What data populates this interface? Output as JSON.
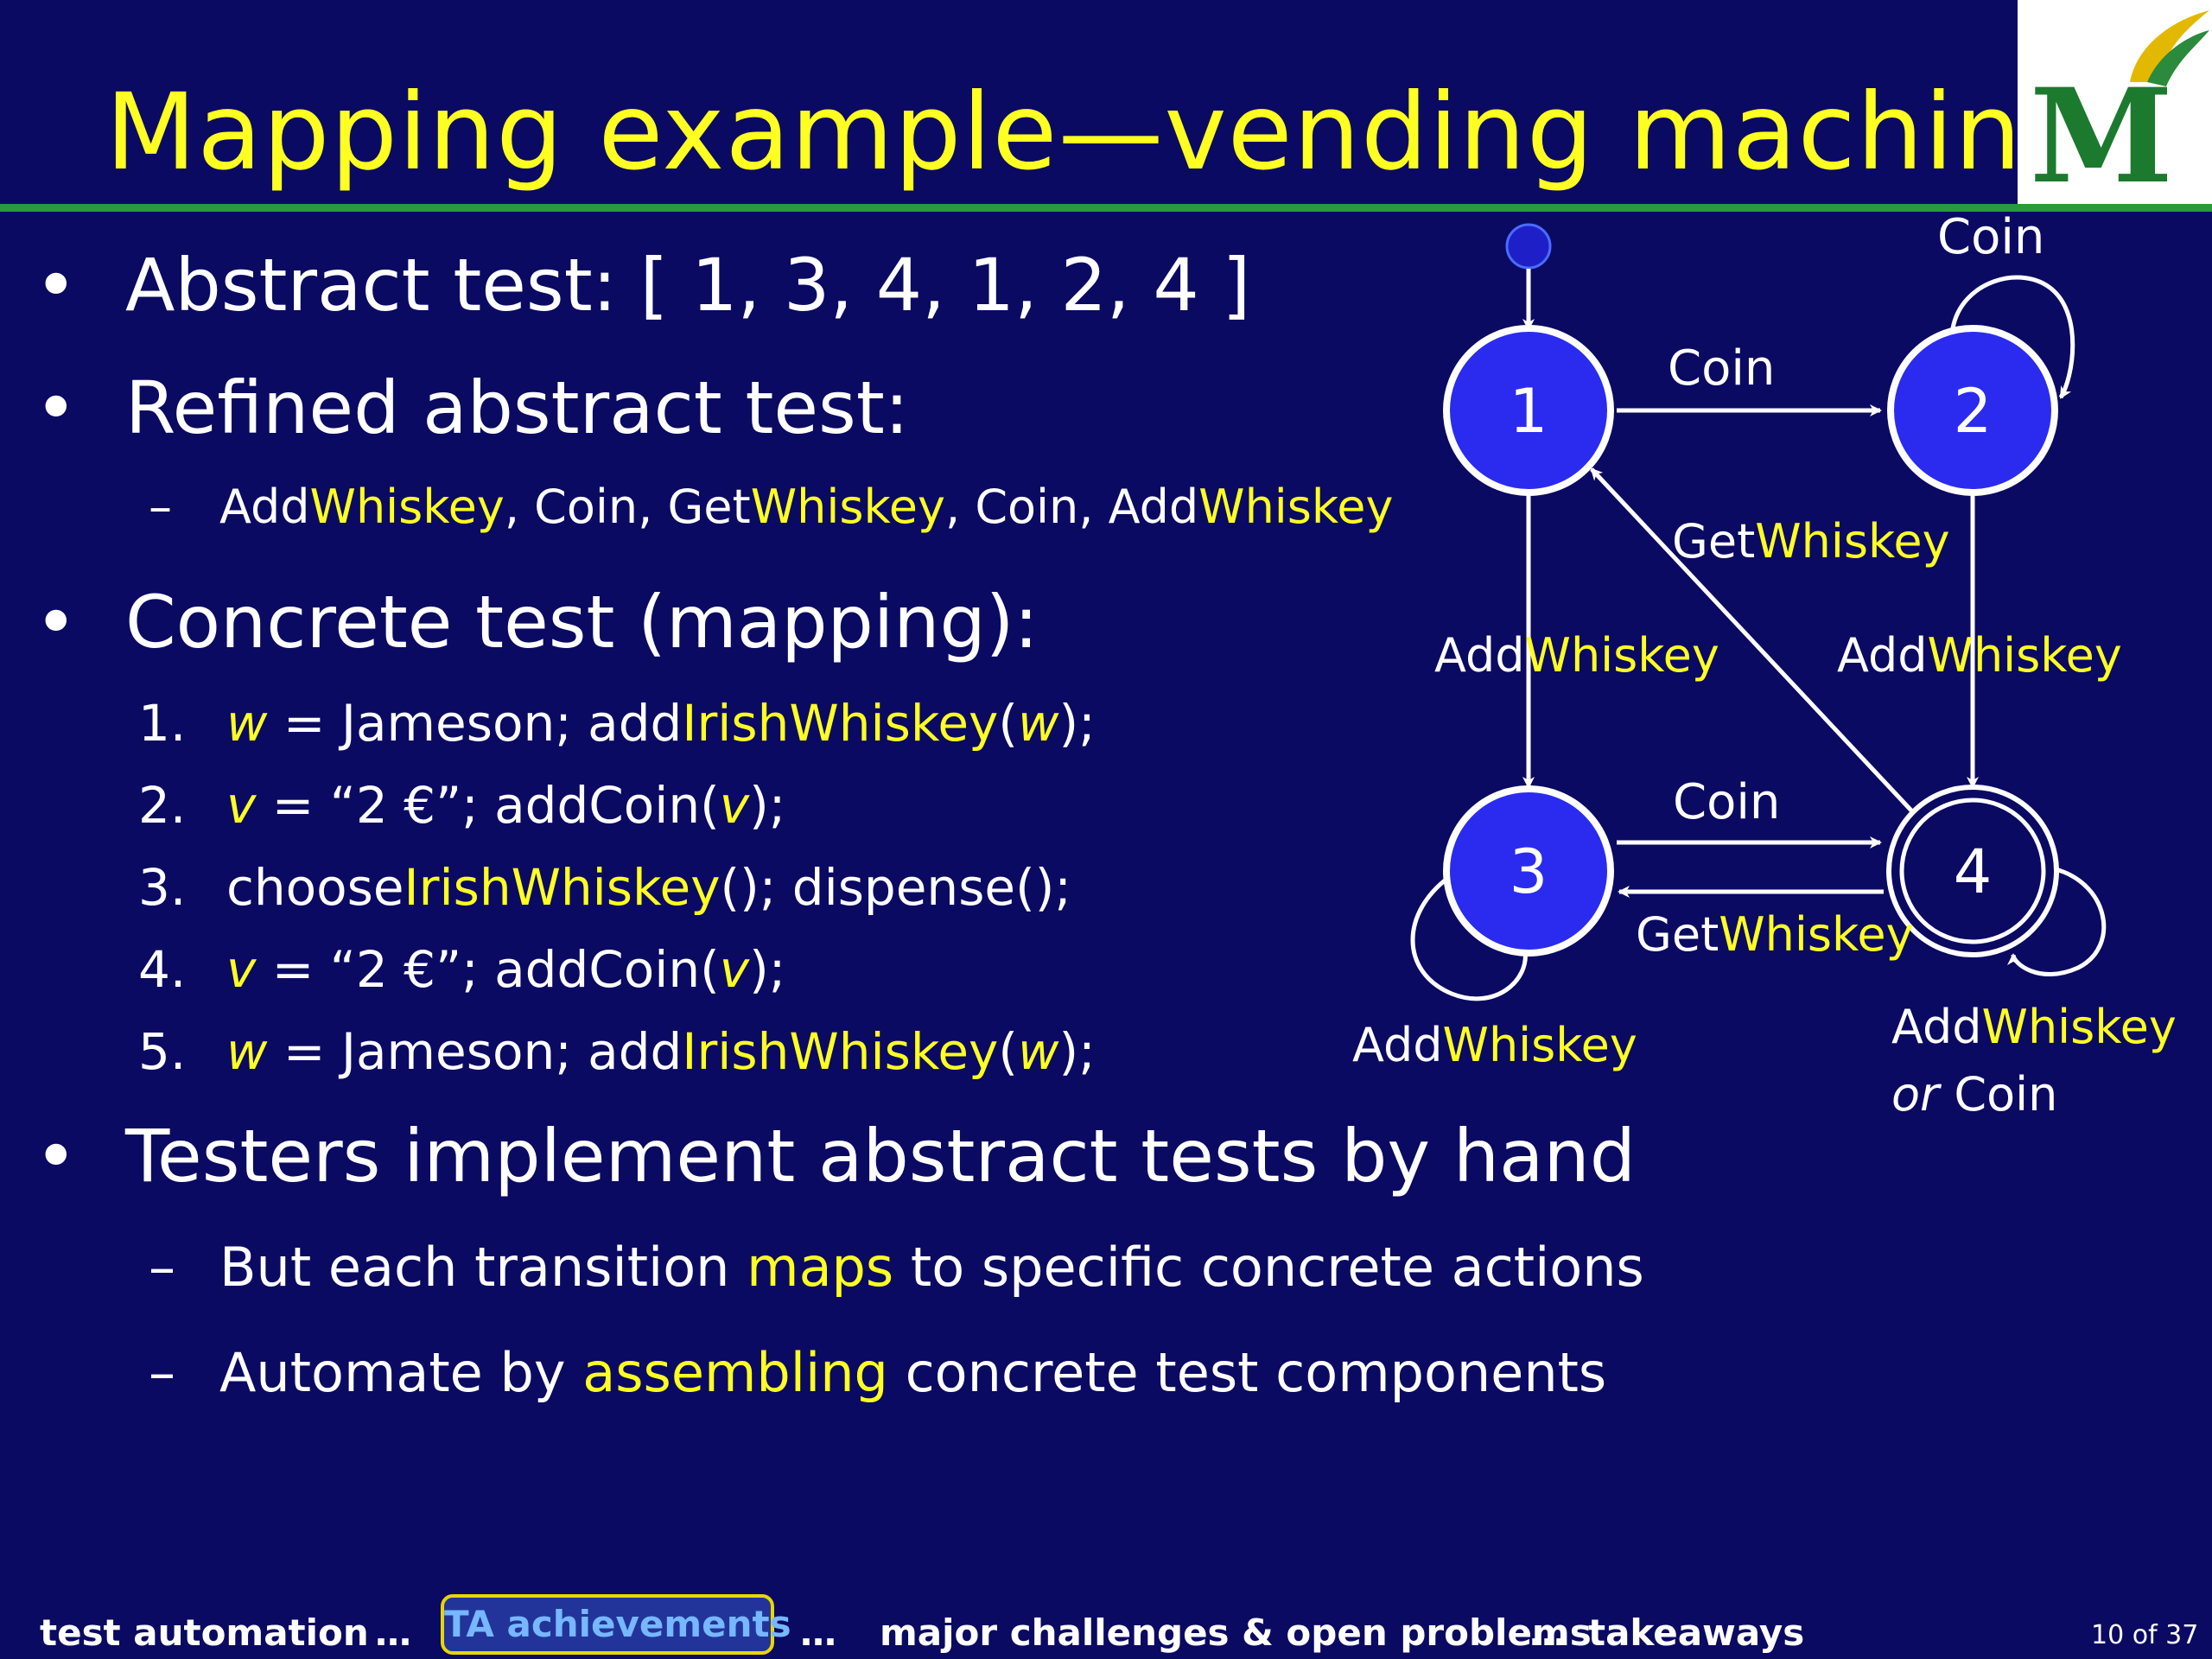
{
  "slide": {
    "title": "Mapping example—vending machine",
    "bullets": {
      "abstract": "Abstract test: [ 1, 3, 4, 1, 2, 4 ]",
      "refined": "Refined abstract test:",
      "concrete": "Concrete test (mapping):",
      "testers": "Testers implement abstract tests by hand"
    },
    "refined_sequence": {
      "p1": "Add",
      "p2": "Whiskey",
      "p3": ", Coin, Get",
      "p4": "Whiskey",
      "p5": ", Coin, Add",
      "p6": "Whiskey"
    },
    "steps": [
      {
        "n": "1.",
        "a": "w",
        "b": " = Jameson; add",
        "c": "IrishWhiskey",
        "d": "(",
        "e": "w",
        "f": ");"
      },
      {
        "n": "2.",
        "a": "v",
        "b": " = “2 €”; addCoin(",
        "e": "v",
        "f": ");"
      },
      {
        "n": "3.",
        "b": "choose",
        "c": "IrishWhiskey",
        "f": "(); dispense();"
      },
      {
        "n": "4.",
        "a": "v",
        "b": " = “2 €”; addCoin(",
        "e": "v",
        "f": ");"
      },
      {
        "n": "5.",
        "a": "w",
        "b": " = Jameson; add",
        "c": "IrishWhiskey",
        "d": "(",
        "e": "w",
        "f": ");"
      }
    ],
    "sub_points": [
      {
        "pre": "But each transition ",
        "hl": "maps",
        "post": " to specific concrete actions"
      },
      {
        "pre": "Automate by ",
        "hl": "assembling",
        "post": " concrete test components"
      }
    ],
    "bullet_glyph": "•",
    "dash_glyph": "–"
  },
  "diagram": {
    "states": [
      "1",
      "2",
      "3",
      "4"
    ],
    "labels": {
      "coin": "Coin",
      "add": "Add",
      "get": "Get",
      "whiskey": "Whiskey",
      "or": "or",
      "or_coin": " Coin"
    }
  },
  "footer": {
    "items": [
      "test automation",
      "…",
      "TA achievements",
      "…",
      "major challenges & open problems",
      "…",
      "takeaways"
    ],
    "page": "10 of 37"
  },
  "colors": {
    "background": "#0a0a63",
    "title": "#ffff22",
    "state_fill": "#2b2bf0",
    "final_state_fill": "#0a0a63",
    "rule": "#2b9a3c"
  },
  "logo": {
    "icon": "university-logo-m"
  }
}
